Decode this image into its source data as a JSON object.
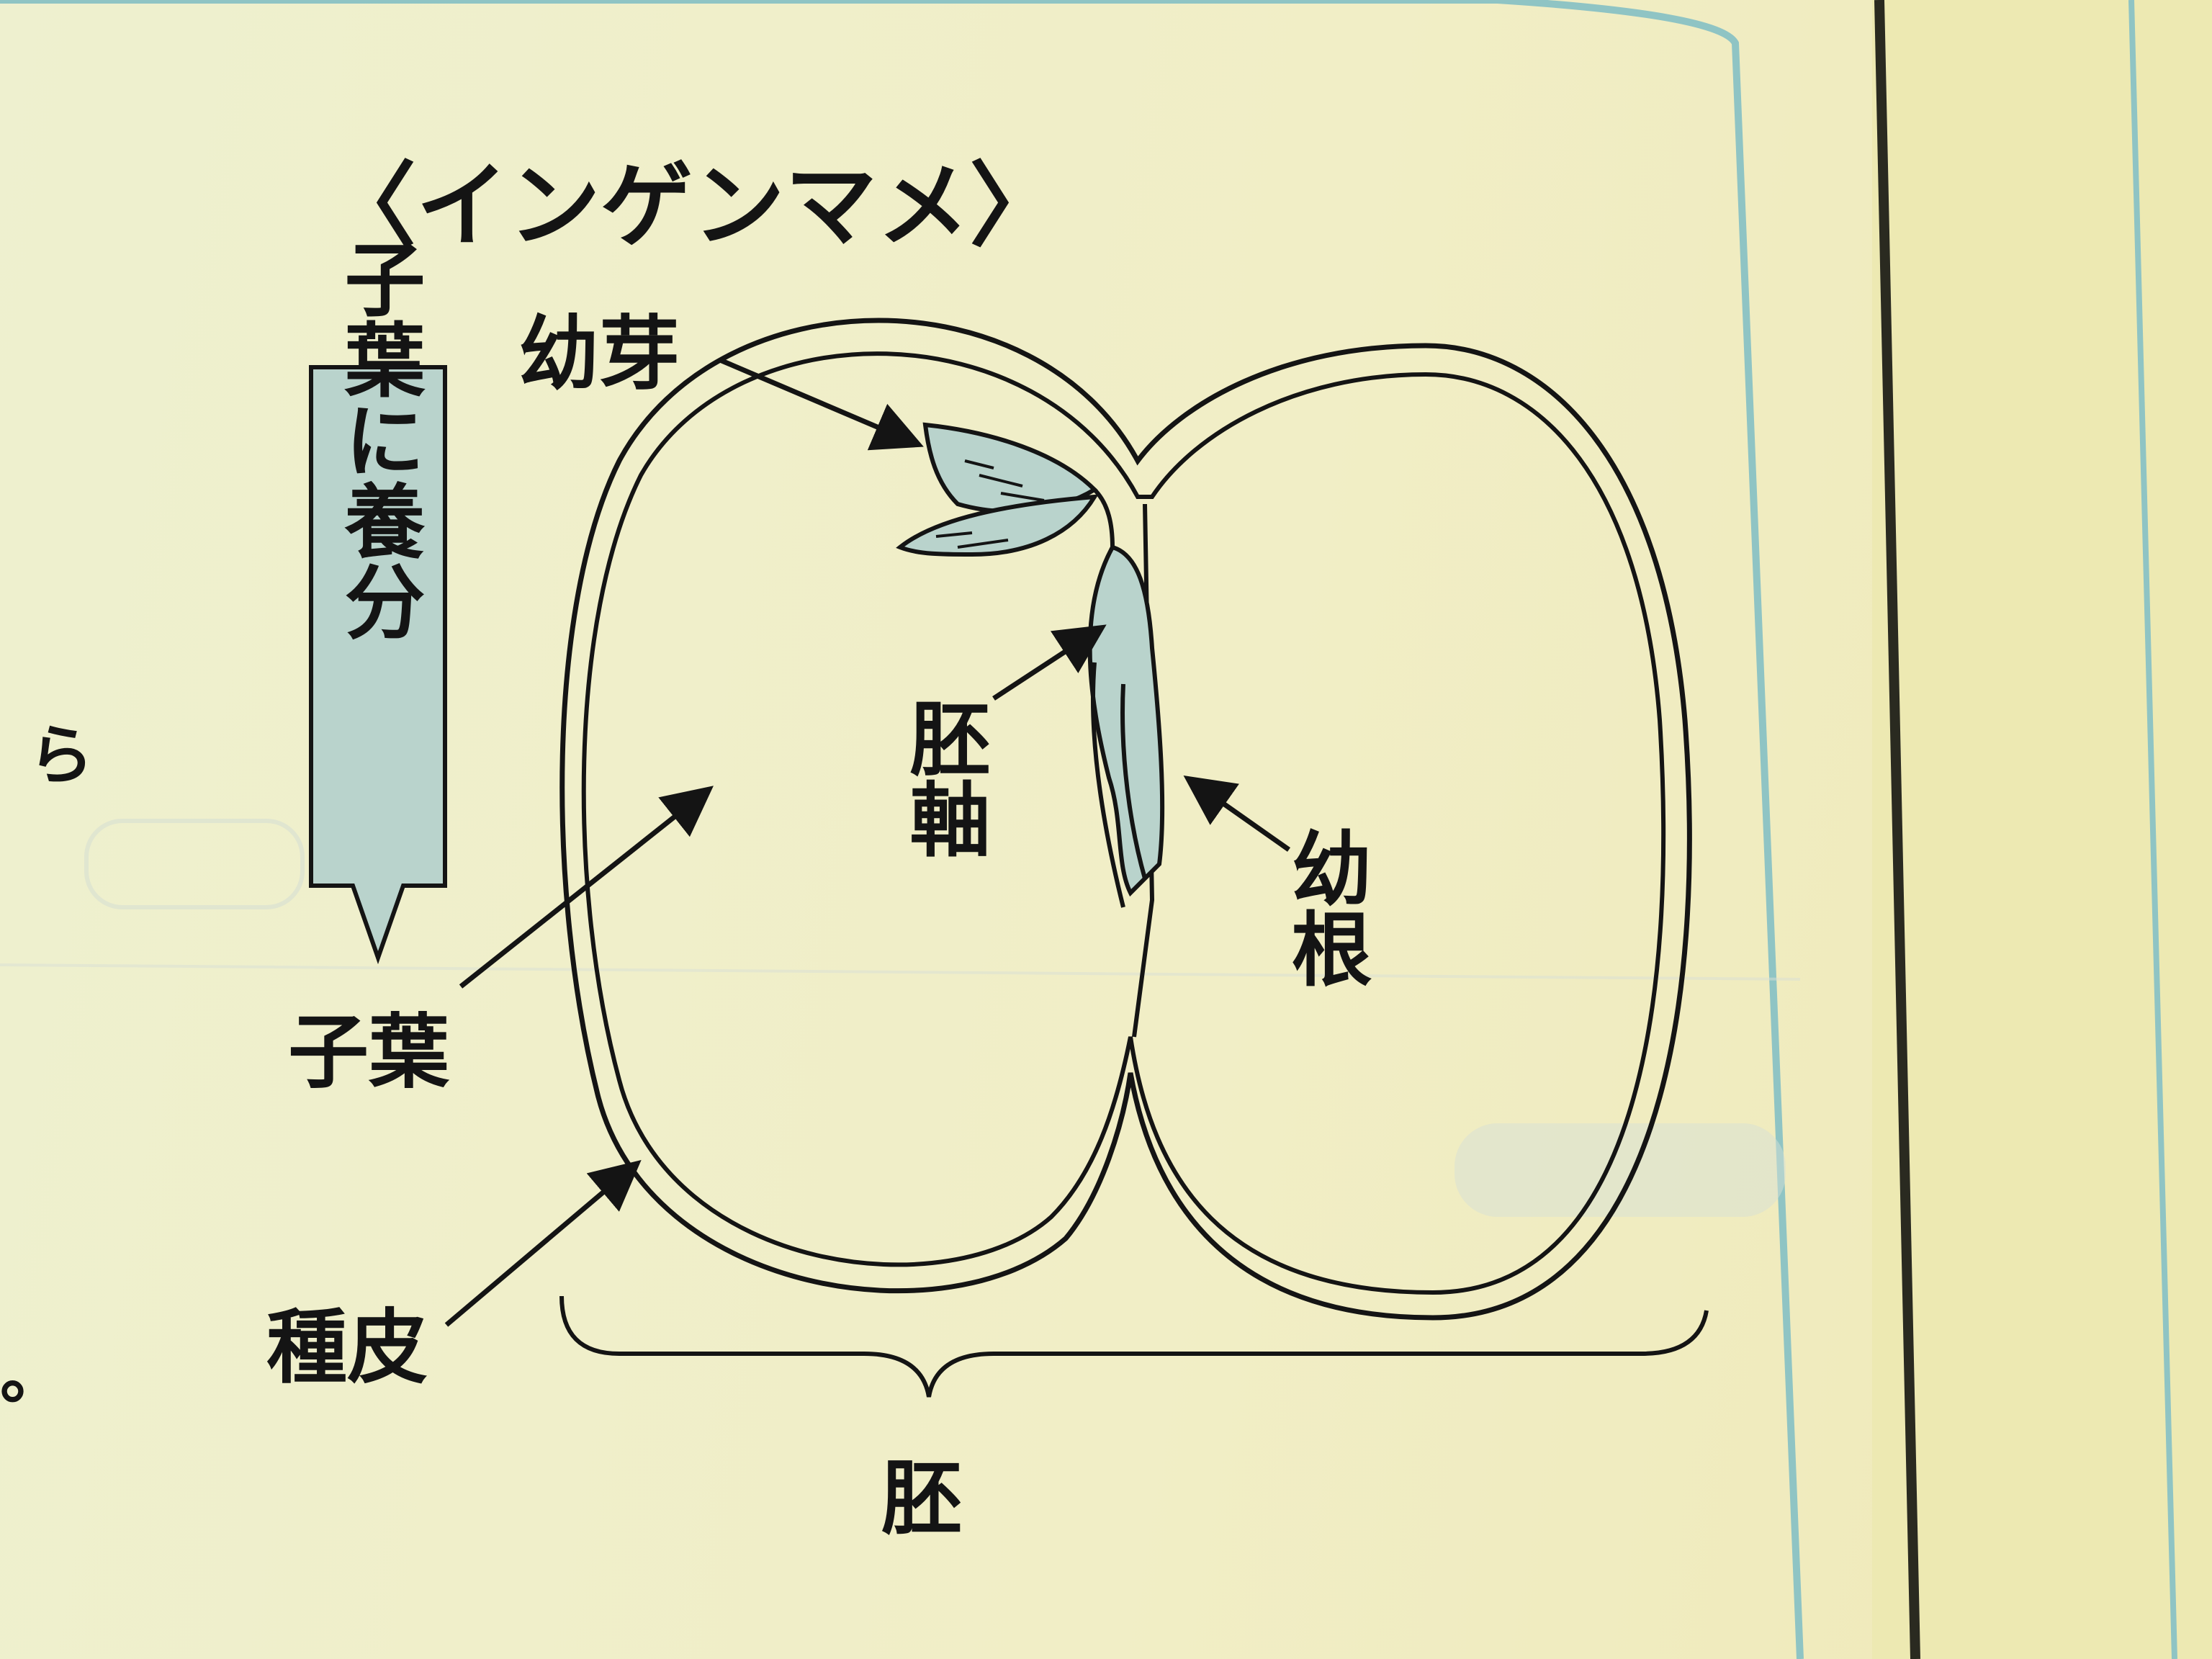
{
  "diagram": {
    "title": "〈インゲンマメ〉",
    "callout": "子葉に養分",
    "labels": {
      "plumule": "幼芽",
      "hypocotyl": "胚軸",
      "radicle": "幼根",
      "cotyledon": "子葉",
      "seed_coat": "種皮",
      "embryo": "胚"
    }
  },
  "margin_text": {
    "left_fragment": "ら",
    "left_mark": "。"
  },
  "colors": {
    "paper": "#f1eec6",
    "ink": "#141414",
    "tint": "#b9d3cc",
    "frame": "#8fc4c4"
  }
}
